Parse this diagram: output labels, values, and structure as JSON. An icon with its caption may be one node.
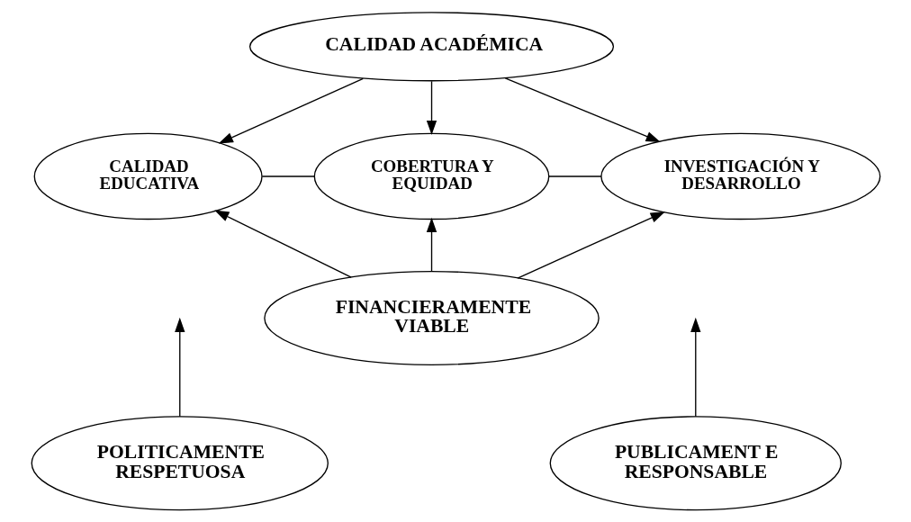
{
  "diagram": {
    "nodes": [
      {
        "text": [
          "CALIDAD ACADÉMICA"
        ]
      },
      {
        "text": [
          "CALIDAD EDUCATIVA"
        ]
      },
      {
        "text": [
          "COBERTURA Y EQUIDAD"
        ]
      },
      {
        "text": [
          "INVESTIGACIÓN Y DESARROLLO"
        ]
      },
      {
        "text": [
          "POLITICAMENTE RESPETUOSA"
        ]
      },
      {
        "text": [
          "PUBLICAMENT E RESPONSABLE"
        ]
      },
      {
        "text": [
          "FINANCIERAMENTE VIABLE"
        ]
      }
    ],
    "edges": [
      {
        "from": 0,
        "to": 1,
        "arrow": "to"
      },
      {
        "from": 0,
        "to": 2,
        "arrow": "to"
      },
      {
        "from": 0,
        "to": 3,
        "arrow": "to"
      },
      {
        "from": 1,
        "to": 2,
        "arrow": "none"
      },
      {
        "from": 2,
        "to": 3,
        "arrow": "none"
      },
      {
        "from": 4,
        "to": null,
        "arrow": "to"
      },
      {
        "from": 5,
        "to": null,
        "arrow": "to"
      },
      {
        "from": 6,
        "to": 1,
        "arrow": "to"
      },
      {
        "from": 6,
        "to": 2,
        "arrow": "to"
      },
      {
        "from": 6,
        "to": 3,
        "arrow": "to"
      }
    ]
  }
}
